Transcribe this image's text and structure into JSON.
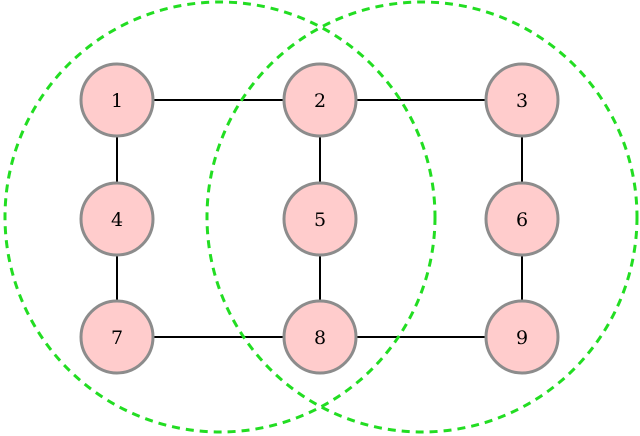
{
  "colors": {
    "node_fill": "#ffcccc",
    "node_stroke": "#8c8c8c",
    "edge": "#000000",
    "group_stroke": "#22dd22"
  },
  "nodes": [
    {
      "id": "n1",
      "label": "1"
    },
    {
      "id": "n2",
      "label": "2"
    },
    {
      "id": "n3",
      "label": "3"
    },
    {
      "id": "n4",
      "label": "4"
    },
    {
      "id": "n5",
      "label": "5"
    },
    {
      "id": "n6",
      "label": "6"
    },
    {
      "id": "n7",
      "label": "7"
    },
    {
      "id": "n8",
      "label": "8"
    },
    {
      "id": "n9",
      "label": "9"
    }
  ],
  "edges": [
    [
      "1",
      "2"
    ],
    [
      "2",
      "3"
    ],
    [
      "1",
      "4"
    ],
    [
      "4",
      "7"
    ],
    [
      "2",
      "5"
    ],
    [
      "5",
      "8"
    ],
    [
      "3",
      "6"
    ],
    [
      "6",
      "9"
    ],
    [
      "7",
      "8"
    ],
    [
      "8",
      "9"
    ]
  ],
  "groups": [
    {
      "id": "left",
      "members": [
        "1",
        "2",
        "4",
        "5",
        "7",
        "8"
      ]
    },
    {
      "id": "right",
      "members": [
        "2",
        "3",
        "5",
        "6",
        "8",
        "9"
      ]
    }
  ]
}
